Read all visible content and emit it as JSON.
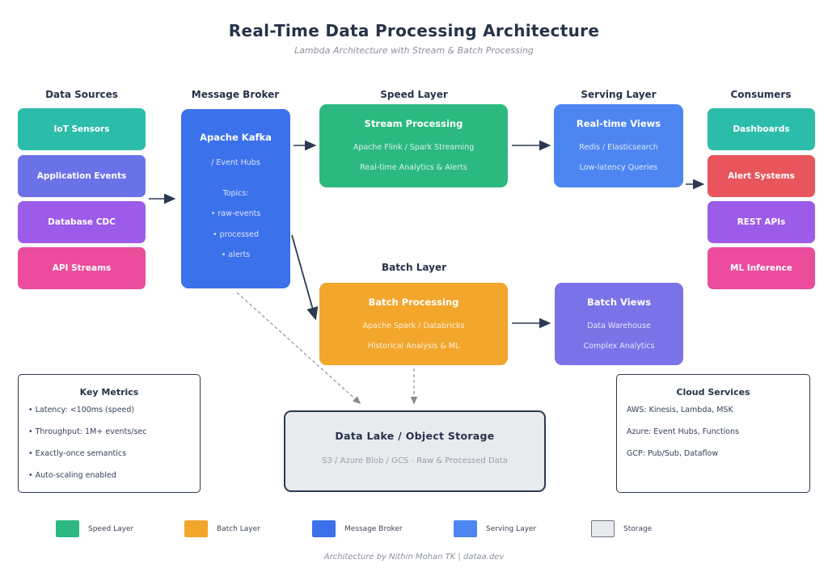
{
  "title": "Real-Time Data Processing Architecture",
  "subtitle": "Lambda Architecture with Stream & Batch Processing",
  "colors": {
    "teal": "#2cbcaa",
    "indigo": "#6b72e8",
    "purple": "#9c5be8",
    "pink": "#eb4c9c",
    "blue": "#3c71ec",
    "lightblue": "#4d86f0",
    "green": "#2bb97f",
    "orange": "#f2a62c",
    "red": "#e8555c",
    "violet": "#7a73e8",
    "storage_fill": "#e8eaee",
    "ink": "#263349",
    "muted": "#8b929c",
    "arrow": "#2c3a50",
    "arrow_dashed": "#8a8a8a"
  },
  "columns": {
    "data_sources": {
      "header": "Data Sources",
      "items": [
        {
          "label": "IoT Sensors",
          "color": "teal"
        },
        {
          "label": "Application Events",
          "color": "indigo"
        },
        {
          "label": "Database CDC",
          "color": "purple"
        },
        {
          "label": "API Streams",
          "color": "pink"
        }
      ]
    },
    "message_broker": {
      "header": "Message Broker",
      "node": {
        "title": "Apache Kafka",
        "subtitle": "/ Event Hubs",
        "topics_label": "Topics:",
        "topics": [
          "• raw-events",
          "• processed",
          "• alerts"
        ]
      }
    },
    "speed_layer": {
      "header": "Speed Layer",
      "node": {
        "title": "Stream Processing",
        "line1": "Apache Flink / Spark Streaming",
        "line2": "Real-time Analytics & Alerts"
      }
    },
    "serving_layer": {
      "header": "Serving Layer",
      "node": {
        "title": "Real-time Views",
        "line1": "Redis / Elasticsearch",
        "line2": "Low-latency Queries"
      }
    },
    "consumers": {
      "header": "Consumers",
      "items": [
        {
          "label": "Dashboards",
          "color": "teal"
        },
        {
          "label": "Alert Systems",
          "color": "red"
        },
        {
          "label": "REST APIs",
          "color": "purple"
        },
        {
          "label": "ML Inference",
          "color": "pink"
        }
      ]
    },
    "batch_layer": {
      "header": "Batch Layer",
      "processing_node": {
        "title": "Batch Processing",
        "line1": "Apache Spark / Databricks",
        "line2": "Historical Analysis & ML"
      },
      "views_node": {
        "title": "Batch Views",
        "line1": "Data Warehouse",
        "line2": "Complex Analytics"
      }
    }
  },
  "panels": {
    "key_metrics": {
      "title": "Key Metrics",
      "items": [
        "• Latency: <100ms (speed)",
        "• Throughput: 1M+ events/sec",
        "• Exactly-once semantics",
        "• Auto-scaling enabled"
      ]
    },
    "data_lake": {
      "title": "Data Lake / Object Storage",
      "subtitle": "S3 / Azure Blob / GCS - Raw & Processed Data"
    },
    "cloud_services": {
      "title": "Cloud Services",
      "items": [
        "AWS: Kinesis, Lambda, MSK",
        "Azure: Event Hubs, Functions",
        "GCP: Pub/Sub, Dataflow"
      ]
    }
  },
  "legend": {
    "items": [
      {
        "label": "Speed Layer",
        "color": "green"
      },
      {
        "label": "Batch Layer",
        "color": "orange"
      },
      {
        "label": "Message Broker",
        "color": "blue"
      },
      {
        "label": "Serving Layer",
        "color": "lightblue"
      },
      {
        "label": "Storage",
        "color": "storage_fill"
      }
    ]
  },
  "footer": "Architecture by Nithin Mohan TK | dataa.dev"
}
